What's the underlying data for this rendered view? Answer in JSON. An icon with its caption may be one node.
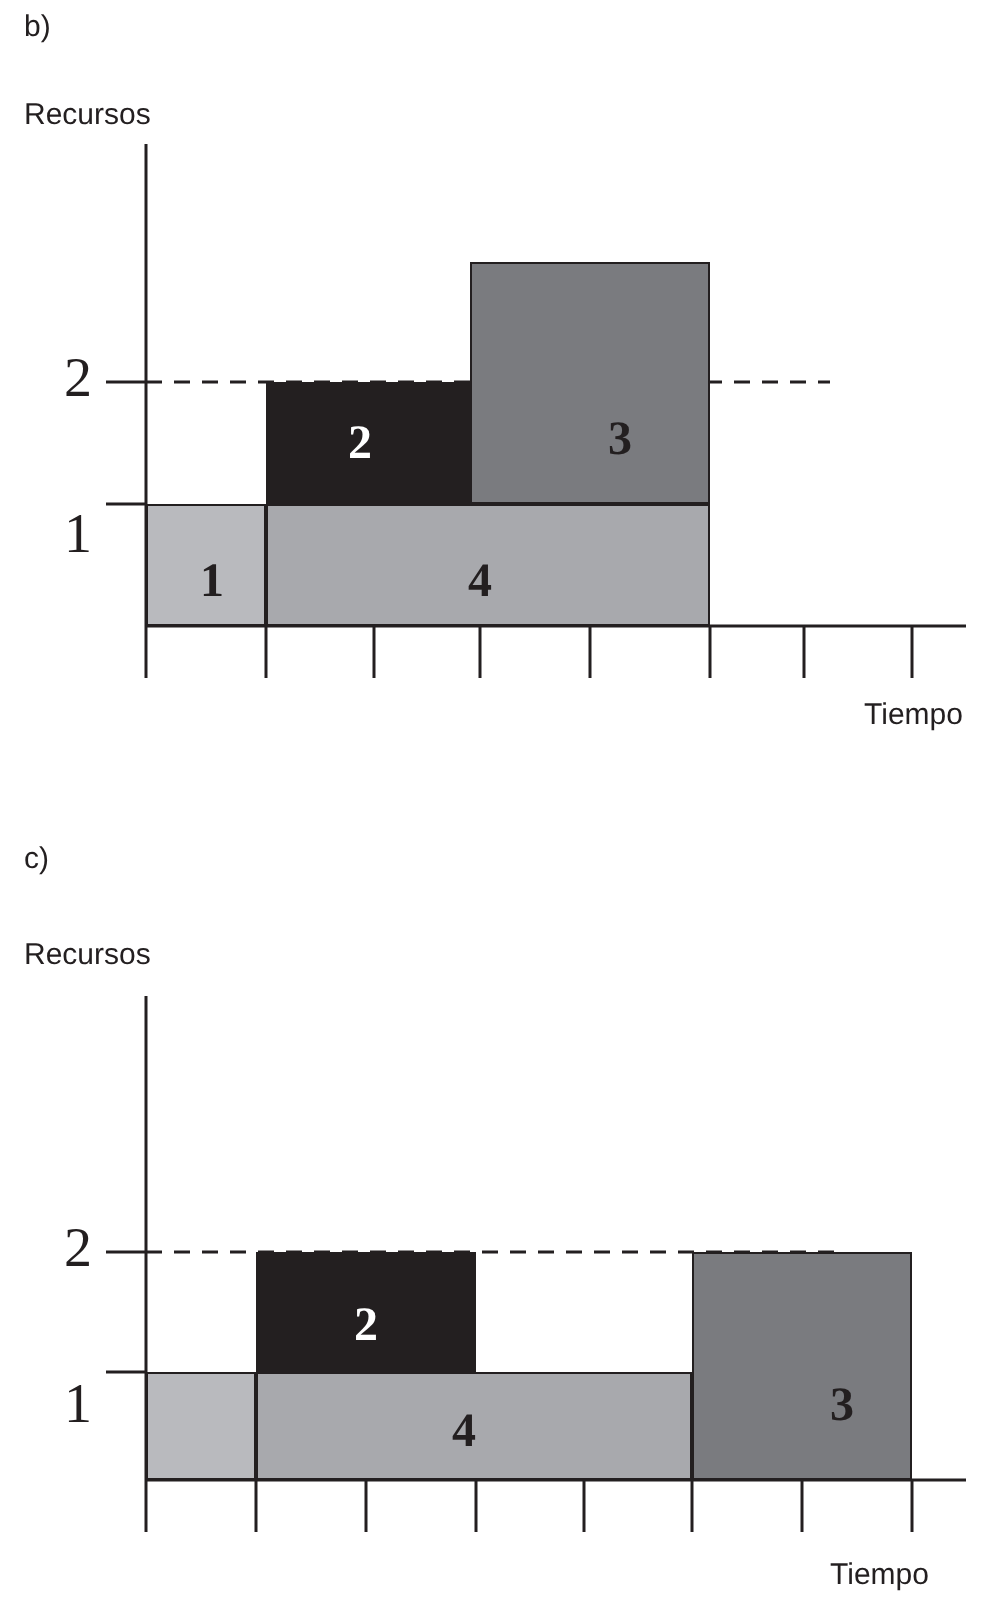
{
  "diagram": {
    "nodes": [
      {
        "text": [
          "3"
        ]
      },
      {
        "text": [
          "2"
        ]
      },
      {
        "text": [
          "1"
        ]
      },
      {
        "text": [
          "4"
        ]
      },
      {
        "text": [
          "2"
        ]
      },
      {
        "text": [],
        "shape": "box"
      },
      {
        "text": [
          "4"
        ]
      },
      {
        "text": [
          "3"
        ]
      }
    ],
    "labels": [
      "b)",
      "Recursos",
      "2",
      "1",
      "Tiempo",
      "c)",
      "Recursos",
      "2",
      "1",
      "Tiempo"
    ]
  }
}
